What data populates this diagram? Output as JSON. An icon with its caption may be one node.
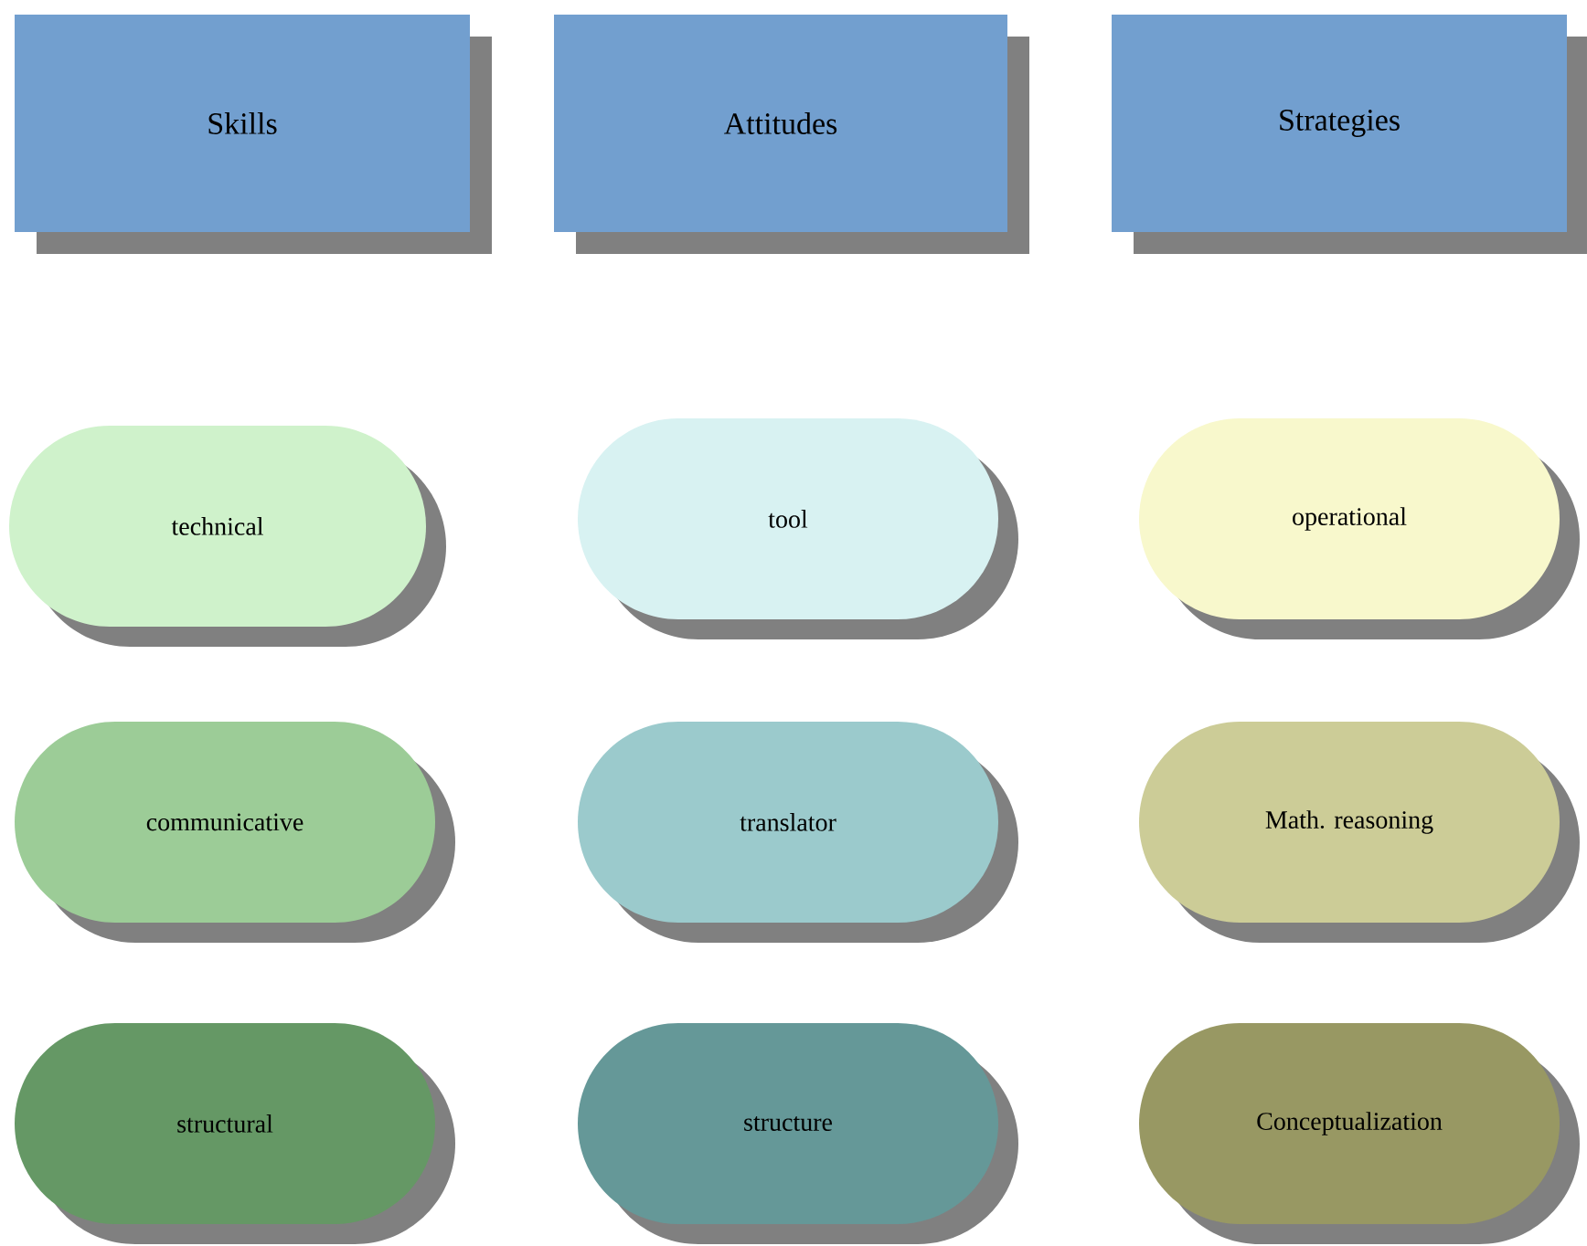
{
  "diagram": {
    "nodes": [
      {
        "text": [
          "Skills"
        ]
      },
      {
        "text": [
          "Attitudes"
        ]
      },
      {
        "text": [
          "Strategies"
        ]
      },
      {
        "text": [
          "technical"
        ]
      },
      {
        "text": [
          "tool"
        ]
      },
      {
        "text": [
          "operational"
        ]
      },
      {
        "text": [
          "communicative"
        ]
      },
      {
        "text": [
          "translator"
        ]
      },
      {
        "text": [
          "Math. reasoning"
        ]
      },
      {
        "text": [
          "structural"
        ]
      },
      {
        "text": [
          "structure"
        ]
      },
      {
        "text": [
          "Conceptualization"
        ]
      }
    ],
    "edges": []
  }
}
